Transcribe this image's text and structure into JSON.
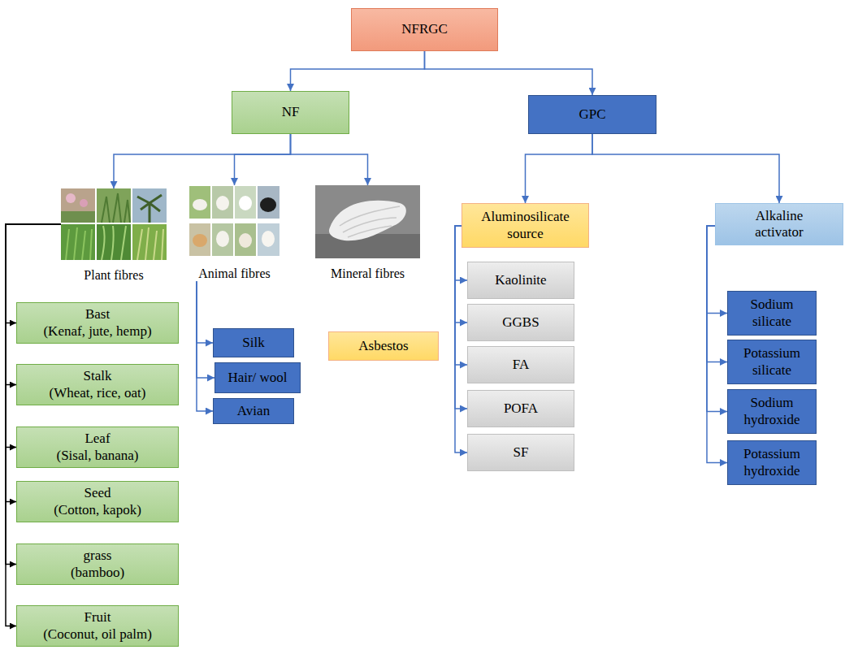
{
  "diagram": {
    "nodes": [
      {
        "text": [
          "NFRGC"
        ]
      },
      {
        "text": [
          "NF"
        ]
      },
      {
        "text": [
          "GPC"
        ]
      },
      {
        "text": [
          "Plant fibres"
        ]
      },
      {
        "text": [
          "Animal fibres"
        ]
      },
      {
        "text": [
          "Mineral fibres"
        ]
      },
      {
        "text": [
          "Aluminosilicate source"
        ]
      },
      {
        "text": [
          "Alkaline activator"
        ]
      },
      {
        "text": [
          "Bast",
          "(Kenaf, jute, hemp)"
        ]
      },
      {
        "text": [
          "Stalk",
          "(Wheat, rice, oat)"
        ]
      },
      {
        "text": [
          "Leaf",
          "(Sisal, banana)"
        ]
      },
      {
        "text": [
          "Seed",
          "(Cotton, kapok)"
        ]
      },
      {
        "text": [
          "grass",
          "(bamboo)"
        ]
      },
      {
        "text": [
          "Fruit",
          "(Coconut, oil palm)"
        ]
      },
      {
        "text": [
          "Silk"
        ]
      },
      {
        "text": [
          "Hair/ wool"
        ]
      },
      {
        "text": [
          "Avian"
        ]
      },
      {
        "text": [
          "Asbestos"
        ]
      },
      {
        "text": [
          "Kaolinite"
        ]
      },
      {
        "text": [
          "GGBS"
        ]
      },
      {
        "text": [
          "FA"
        ]
      },
      {
        "text": [
          "POFA"
        ]
      },
      {
        "text": [
          "SF"
        ]
      },
      {
        "text": [
          "Sodium silicate"
        ]
      },
      {
        "text": [
          "Potassium silicate"
        ]
      },
      {
        "text": [
          "Sodium hydroxide"
        ]
      },
      {
        "text": [
          "Potassium hydroxide"
        ]
      }
    ],
    "edges": [
      {
        "from": 0,
        "to": 1,
        "arrow": "to"
      },
      {
        "from": 0,
        "to": 2,
        "arrow": "to"
      },
      {
        "from": 1,
        "to": 3,
        "arrow": "to"
      },
      {
        "from": 1,
        "to": 4,
        "arrow": "to"
      },
      {
        "from": 1,
        "to": 5,
        "arrow": "to"
      },
      {
        "from": 2,
        "to": 6,
        "arrow": "to"
      },
      {
        "from": 2,
        "to": 7,
        "arrow": "to"
      },
      {
        "from": 3,
        "to": 8,
        "arrow": "to"
      },
      {
        "from": 3,
        "to": 9,
        "arrow": "to"
      },
      {
        "from": 3,
        "to": 10,
        "arrow": "to"
      },
      {
        "from": 3,
        "to": 11,
        "arrow": "to"
      },
      {
        "from": 3,
        "to": 12,
        "arrow": "to"
      },
      {
        "from": 3,
        "to": 13,
        "arrow": "to"
      },
      {
        "from": 4,
        "to": 14,
        "arrow": "to"
      },
      {
        "from": 4,
        "to": 15,
        "arrow": "to"
      },
      {
        "from": 4,
        "to": 16,
        "arrow": "to"
      },
      {
        "from": 6,
        "to": 18,
        "arrow": "to"
      },
      {
        "from": 6,
        "to": 19,
        "arrow": "to"
      },
      {
        "from": 6,
        "to": 20,
        "arrow": "to"
      },
      {
        "from": 6,
        "to": 21,
        "arrow": "to"
      },
      {
        "from": 6,
        "to": 22,
        "arrow": "to"
      },
      {
        "from": 7,
        "to": 23,
        "arrow": "to"
      },
      {
        "from": 7,
        "to": 24,
        "arrow": "to"
      },
      {
        "from": 7,
        "to": 25,
        "arrow": "to"
      },
      {
        "from": 7,
        "to": 26,
        "arrow": "to"
      }
    ]
  }
}
